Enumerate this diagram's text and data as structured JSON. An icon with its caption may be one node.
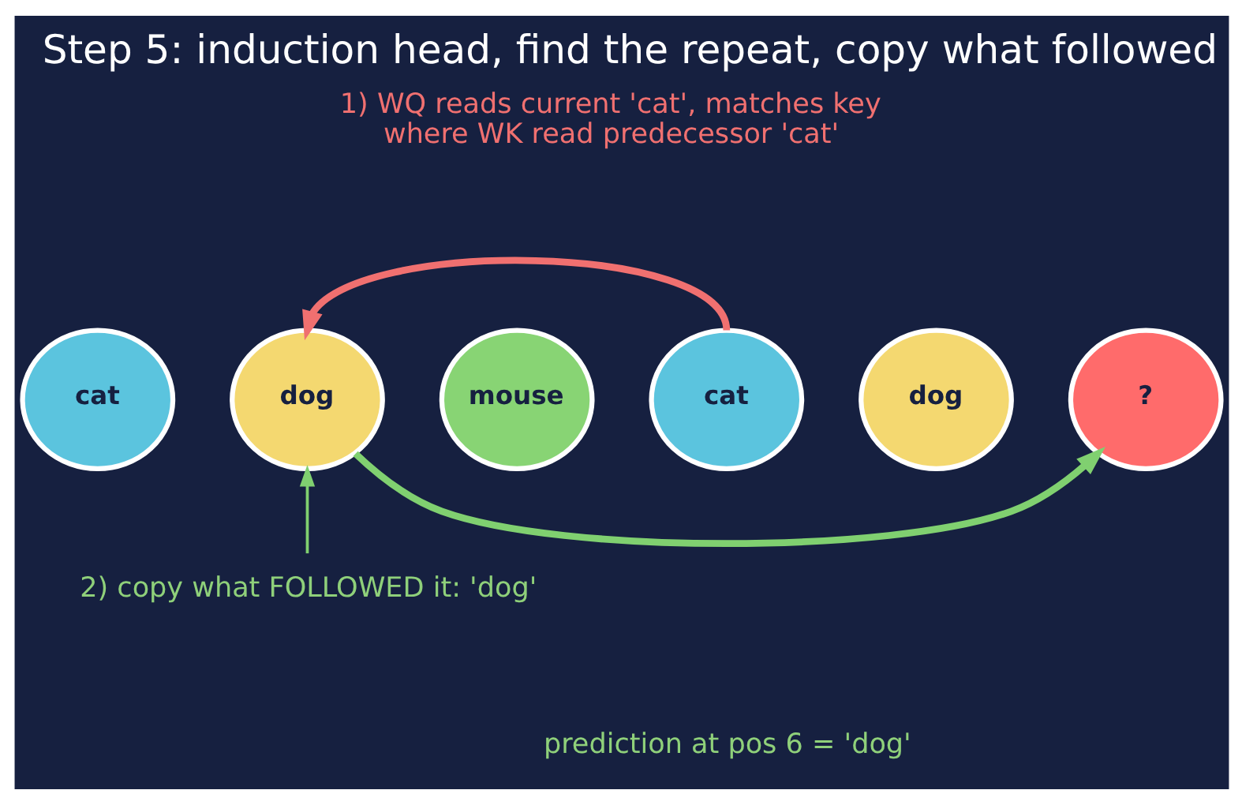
{
  "diagram": {
    "title": "Step 5: induction head, find the repeat, copy what followed",
    "nodes": [
      {
        "text": [
          "cat"
        ]
      },
      {
        "text": [
          "dog"
        ]
      },
      {
        "text": [
          "mouse"
        ]
      },
      {
        "text": [
          "cat"
        ]
      },
      {
        "text": [
          "dog"
        ]
      },
      {
        "text": [
          "?"
        ]
      },
      {
        "text": [
          "2) copy what FOLLOWED it: 'dog'"
        ]
      }
    ],
    "edges": [
      {
        "from": 3,
        "to": 1,
        "arrow": "to",
        "color": "#f07070"
      },
      {
        "from": 1,
        "to": 5,
        "arrow": "to"
      },
      {
        "from": 6,
        "to": 1,
        "arrow": "to"
      }
    ],
    "labels": [
      "1) WQ reads current 'cat', matches key where WK read predecessor 'cat'",
      "prediction at pos 6 = 'dog'"
    ]
  }
}
